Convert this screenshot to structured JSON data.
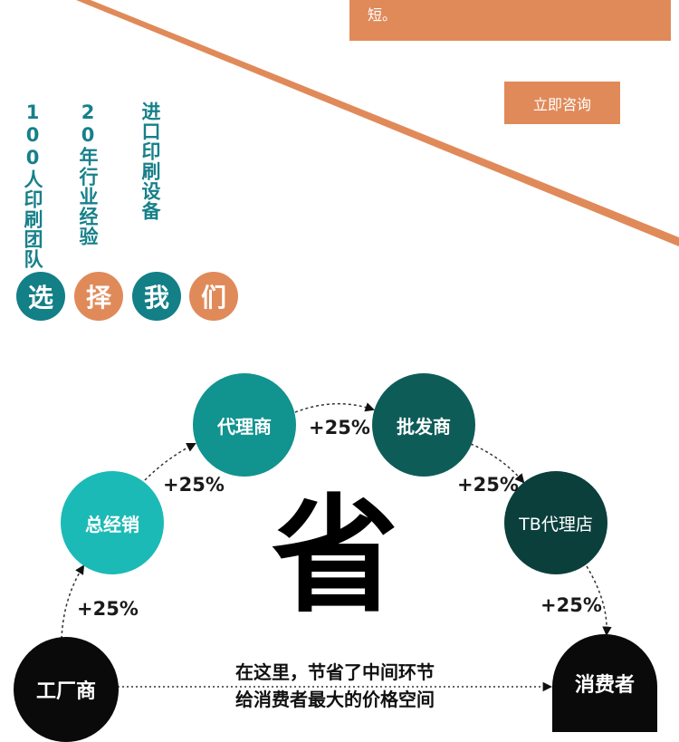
{
  "header": {
    "top_box_text": "短。",
    "consult_button": "立即咨询"
  },
  "features": {
    "items": [
      "100人印刷团队",
      "20年行业经验",
      "进口印刷设备"
    ]
  },
  "choose_us": {
    "chars": [
      "选",
      "择",
      "我",
      "们"
    ]
  },
  "diagram": {
    "nodes": {
      "factory": "工厂商",
      "general_distributor": "总经销",
      "agent": "代理商",
      "wholesaler": "批发商",
      "tb_agent": "TB代理店",
      "consumer": "消费者"
    },
    "markups": {
      "factory_to_general": "+25%",
      "general_to_agent": "+25%",
      "agent_to_wholesaler": "+25%",
      "wholesaler_to_tb": "+25%",
      "tb_to_consumer": "+25%"
    },
    "center_char": "省",
    "caption_line1": "在这里，节省了中间环节",
    "caption_line2": "给消费者最大的价格空间"
  },
  "colors": {
    "accent_orange": "#e08a5a",
    "teal_text": "#16808a",
    "badge_teal": "#137f86",
    "node_light_teal": "#1bbab6",
    "node_teal": "#11938f",
    "node_dark_teal": "#0e5c58",
    "node_darkest_teal": "#0a3f3c",
    "node_black": "#0a0a0a"
  }
}
